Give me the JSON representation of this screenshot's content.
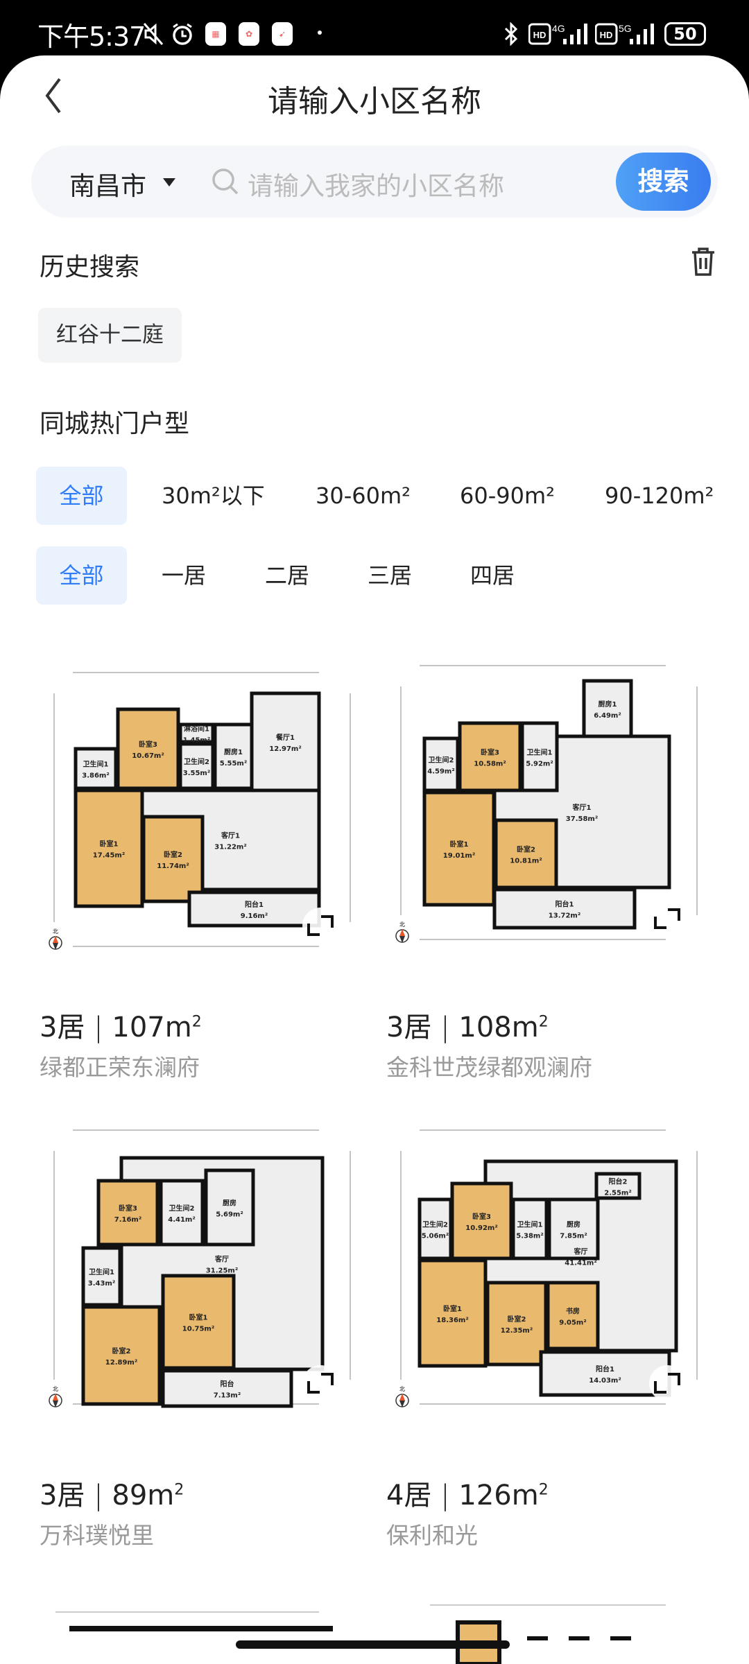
{
  "status_bar": {
    "time": "下午5:37",
    "battery": "50",
    "network1": "4G",
    "network2": "5G",
    "app_icons": [
      "app-icon-1",
      "app-icon-2",
      "app-icon-3"
    ]
  },
  "header": {
    "title": "请输入小区名称"
  },
  "search": {
    "city": "南昌市",
    "placeholder": "请输入我家的小区名称",
    "button": "搜索"
  },
  "history": {
    "title": "历史搜索",
    "items": [
      "红谷十二庭"
    ]
  },
  "hot": {
    "title": "同城热门户型",
    "area_filters": [
      {
        "label": "全部",
        "selected": true
      },
      {
        "label": "30m²以下"
      },
      {
        "label": "30-60m²"
      },
      {
        "label": "60-90m²"
      },
      {
        "label": "90-120m²"
      }
    ],
    "room_filters": [
      {
        "label": "全部",
        "selected": true
      },
      {
        "label": "一居"
      },
      {
        "label": "二居"
      },
      {
        "label": "三居"
      },
      {
        "label": "四居"
      }
    ]
  },
  "colors": {
    "accent": "#2f7cf6",
    "accent_bg": "#eaf2fd",
    "wood": "#e9b96e",
    "tile": "#eeeeee",
    "wall": "#111111"
  },
  "listings": [
    {
      "rooms": "3居",
      "sep": "|",
      "area": "107m",
      "sup": "2",
      "name": "绿都正荣东澜府",
      "plan": [
        {
          "n": "客厅1",
          "a": "31.22m²"
        },
        {
          "n": "餐厅1",
          "a": "12.97m²"
        },
        {
          "n": "卫生间1",
          "a": "3.86m²"
        },
        {
          "n": "卧室3",
          "a": "10.67m²"
        },
        {
          "n": "淋浴间1",
          "a": "1.45m²"
        },
        {
          "n": "卫生间2",
          "a": "3.55m²"
        },
        {
          "n": "厨房1",
          "a": "5.55m²"
        },
        {
          "n": "卧室1",
          "a": "17.45m²"
        },
        {
          "n": "卧室2",
          "a": "11.74m²"
        },
        {
          "n": "阳台1",
          "a": "9.16m²"
        }
      ]
    },
    {
      "rooms": "3居",
      "sep": "|",
      "area": "108m",
      "sup": "2",
      "name": "金科世茂绿都观澜府",
      "plan": [
        {
          "n": "客厅1",
          "a": "37.58m²"
        },
        {
          "n": "卫生间2",
          "a": "4.59m²"
        },
        {
          "n": "卧室3",
          "a": "10.58m²"
        },
        {
          "n": "卫生间1",
          "a": "5.92m²"
        },
        {
          "n": "厨房1",
          "a": "6.49m²"
        },
        {
          "n": "卧室1",
          "a": "19.01m²"
        },
        {
          "n": "卧室2",
          "a": "10.81m²"
        },
        {
          "n": "阳台1",
          "a": "13.72m²"
        }
      ]
    },
    {
      "rooms": "3居",
      "sep": "|",
      "area": "89m",
      "sup": "2",
      "name": "万科璞悦里",
      "plan": [
        {
          "n": "客厅",
          "a": "31.25m²"
        },
        {
          "n": "卧室3",
          "a": "7.16m²"
        },
        {
          "n": "卫生间2",
          "a": "4.41m²"
        },
        {
          "n": "厨房",
          "a": "5.69m²"
        },
        {
          "n": "卫生间1",
          "a": "3.43m²"
        },
        {
          "n": "卧室2",
          "a": "12.89m²"
        },
        {
          "n": "卧室1",
          "a": "10.75m²"
        },
        {
          "n": "阳台",
          "a": "7.13m²"
        }
      ]
    },
    {
      "rooms": "4居",
      "sep": "|",
      "area": "126m",
      "sup": "2",
      "name": "保利和光",
      "plan": [
        {
          "n": "客厅",
          "a": "41.41m²"
        },
        {
          "n": "卫生间2",
          "a": "5.06m²"
        },
        {
          "n": "卧室3",
          "a": "10.92m²"
        },
        {
          "n": "卫生间1",
          "a": "5.38m²"
        },
        {
          "n": "厨房",
          "a": "7.85m²"
        },
        {
          "n": "阳台2",
          "a": "2.55m²"
        },
        {
          "n": "卧室1",
          "a": "18.36m²"
        },
        {
          "n": "卧室2",
          "a": "12.35m²"
        },
        {
          "n": "书房",
          "a": "9.05m²"
        },
        {
          "n": "阳台1",
          "a": "14.03m²"
        }
      ]
    }
  ],
  "compass_label": "北"
}
